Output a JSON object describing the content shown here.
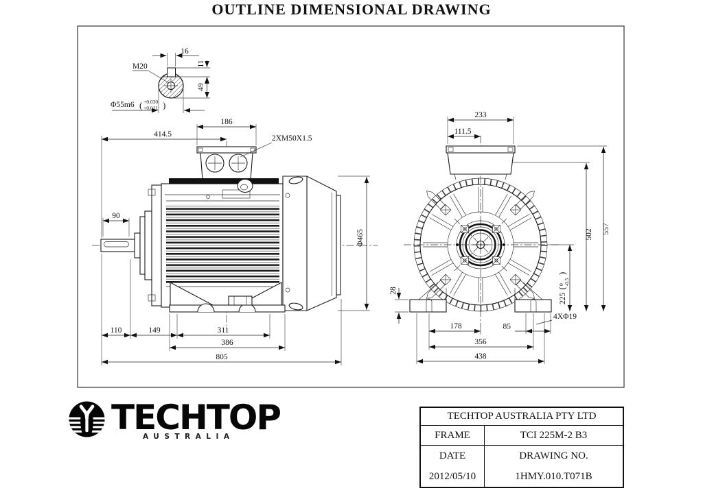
{
  "title": "OUTLINE DIMENSIONAL DRAWING",
  "detail": {
    "keyway_width": "16",
    "key_height": "11",
    "key_depth": "49",
    "tap_label": "M20",
    "shaft_dia": "Φ55m6",
    "paren_open": "(",
    "paren_close": ")",
    "tol_upper": "+0.030",
    "tol_lower": "+0.011"
  },
  "side": {
    "d414": "414.5",
    "d186": "186",
    "gland": "2XM50X1.5",
    "d90": "90",
    "cowl_dia": "Φ465",
    "d110": "110",
    "d149": "149",
    "d311": "311",
    "d386": "386",
    "d805": "805"
  },
  "front": {
    "d233": "233",
    "d111": "111.5",
    "d557": "557",
    "d502": "502",
    "shaft_height": "225",
    "paren_open": "(",
    "paren_close": ")",
    "sh_tol_upper": "0",
    "sh_tol_lower": "-0.5",
    "d28": "28",
    "d178": "178",
    "d85": "85",
    "d356": "356",
    "d438": "438",
    "holes": "4XΦ19"
  },
  "logo": {
    "name": "TECHTOP",
    "country": "AUSTRALIA"
  },
  "title_block": {
    "company": "TECHTOP AUSTRALIA PTY LTD",
    "frame_label": "FRAME",
    "frame_value": "TCI 225M-2 B3",
    "date_label": "DATE",
    "date_value": "2012/05/10",
    "drawing_no_label": "DRAWING NO.",
    "drawing_no_value": "1HMY.010.T071B"
  }
}
